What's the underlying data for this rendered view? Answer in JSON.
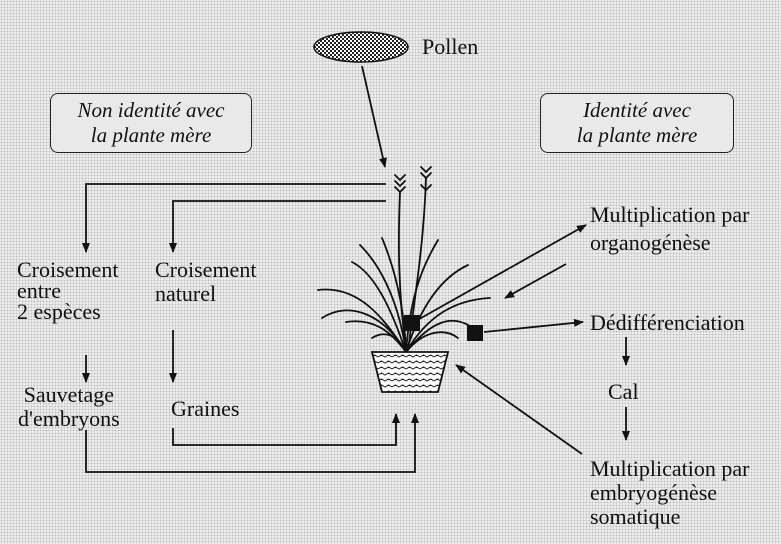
{
  "diagram": {
    "pollen_label": "Pollen",
    "box_left": [
      "Non identité avec",
      "la plante mère"
    ],
    "box_right": [
      "Identité avec",
      "la plante mère"
    ],
    "left_col1": [
      "Croisement",
      "entre",
      "2 espèces"
    ],
    "left_col2": [
      "Croisement",
      "naturel"
    ],
    "sauvetage": [
      "Sauvetage",
      "d'embryons"
    ],
    "graines": "Graines",
    "multiplication_organo": [
      "Multiplication par",
      "organogénèse"
    ],
    "dedifferenciation": "Dédifférenciation",
    "cal": "Cal",
    "multiplication_embryo": [
      "Multiplication par",
      "embryogénèse",
      "somatique"
    ]
  },
  "colors": {
    "line": "#111111",
    "background": "#e4e4e4"
  }
}
